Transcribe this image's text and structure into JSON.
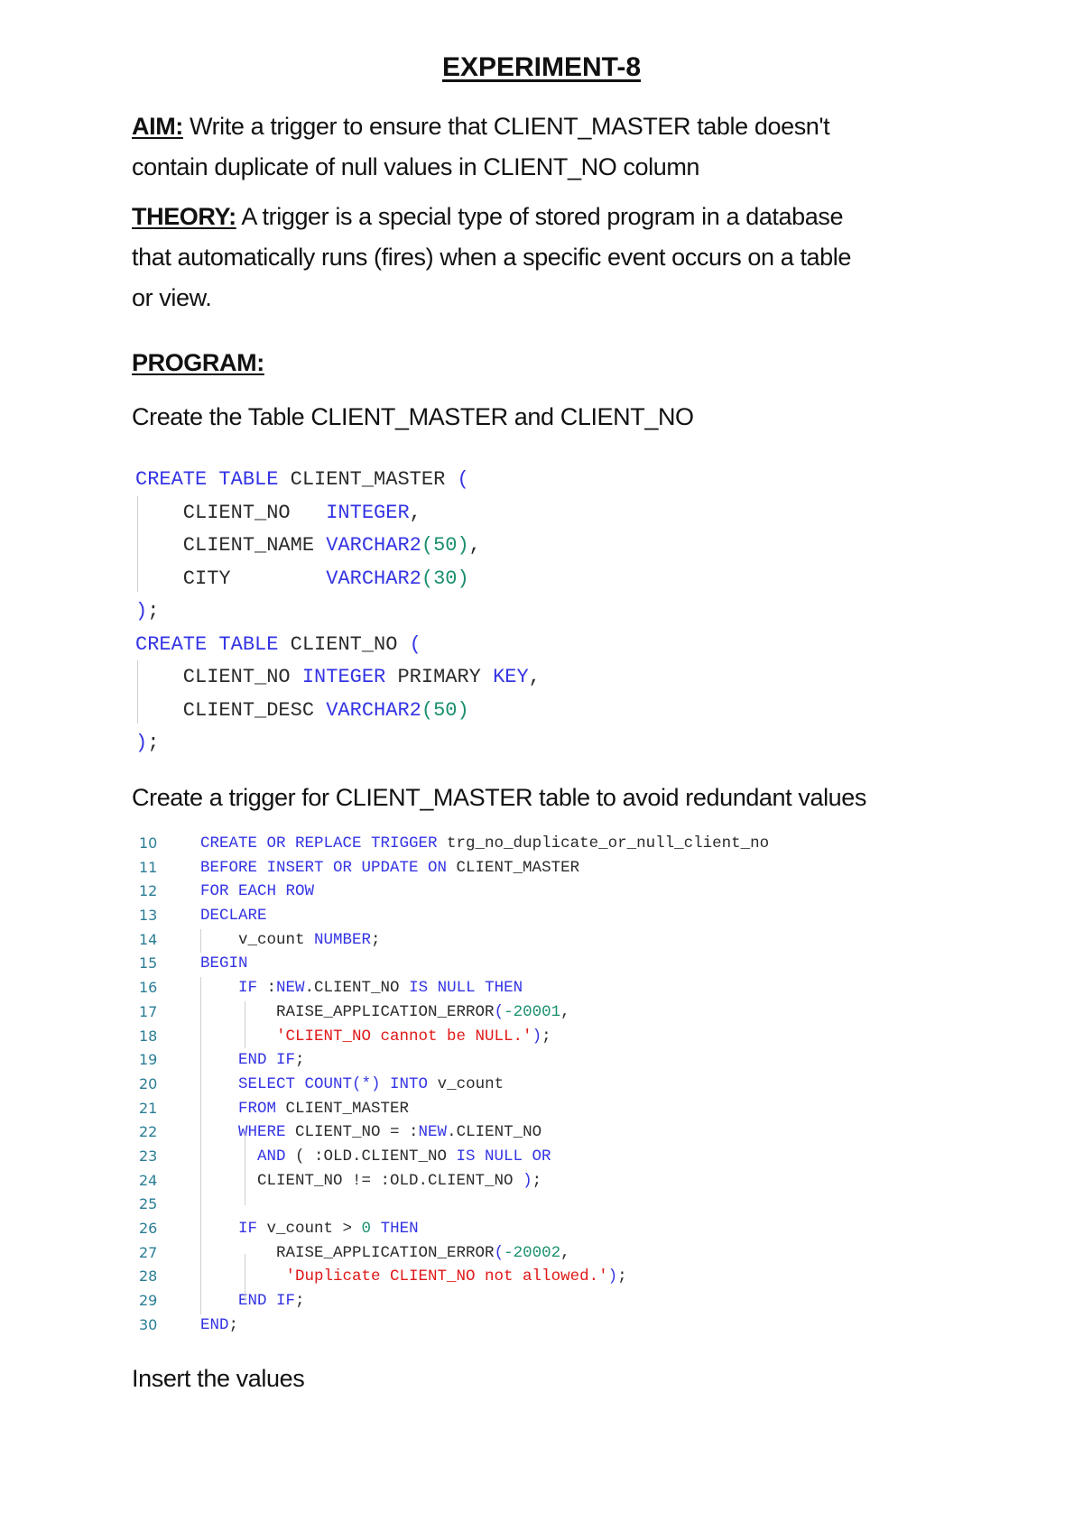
{
  "document": {
    "title": "EXPERIMENT-8",
    "aim": {
      "label": "AIM:",
      "text_line1": " Write a trigger to ensure that CLIENT_MASTER table doesn't",
      "text_line2": "contain duplicate of null values in CLIENT_NO column"
    },
    "theory": {
      "label": "THEORY:",
      "text_line1": " A trigger is a special type of stored program in a database",
      "text_line2": "that automatically runs (fires) when a specific event occurs on a table",
      "text_line3": "or view."
    },
    "program_label": "PROGRAM:",
    "step1": "Create the Table CLIENT_MASTER and CLIENT_NO",
    "step2": "Create a trigger for CLIENT_MASTER table to avoid redundant values",
    "step3": "Insert the values",
    "table_code": [
      [
        {
          "t": "CREATE TABLE",
          "c": "kw"
        },
        {
          "t": " CLIENT_MASTER ",
          "c": "id"
        },
        {
          "t": "(",
          "c": "pn"
        }
      ],
      [
        {
          "t": "    CLIENT_NO   ",
          "c": "id"
        },
        {
          "t": "INTEGER",
          "c": "kw"
        },
        {
          "t": ",",
          "c": "id"
        }
      ],
      [
        {
          "t": "    CLIENT_NAME ",
          "c": "id"
        },
        {
          "t": "VARCHAR2",
          "c": "kw"
        },
        {
          "t": "(",
          "c": "num"
        },
        {
          "t": "50",
          "c": "num"
        },
        {
          "t": ")",
          "c": "num"
        },
        {
          "t": ",",
          "c": "id"
        }
      ],
      [
        {
          "t": "    CITY        ",
          "c": "id"
        },
        {
          "t": "VARCHAR2",
          "c": "kw"
        },
        {
          "t": "(",
          "c": "num"
        },
        {
          "t": "30",
          "c": "num"
        },
        {
          "t": ")",
          "c": "num"
        }
      ],
      [
        {
          "t": ")",
          "c": "pn"
        },
        {
          "t": ";",
          "c": "id"
        }
      ],
      [
        {
          "t": "CREATE TABLE",
          "c": "kw"
        },
        {
          "t": " CLIENT_NO ",
          "c": "id"
        },
        {
          "t": "(",
          "c": "pn"
        }
      ],
      [
        {
          "t": "    CLIENT_NO ",
          "c": "id"
        },
        {
          "t": "INTEGER",
          "c": "kw"
        },
        {
          "t": " PRIMARY ",
          "c": "id"
        },
        {
          "t": "KEY",
          "c": "kw"
        },
        {
          "t": ",",
          "c": "id"
        }
      ],
      [
        {
          "t": "    CLIENT_DESC ",
          "c": "id"
        },
        {
          "t": "VARCHAR2",
          "c": "kw"
        },
        {
          "t": "(",
          "c": "num"
        },
        {
          "t": "50",
          "c": "num"
        },
        {
          "t": ")",
          "c": "num"
        }
      ],
      [
        {
          "t": ")",
          "c": "pn"
        },
        {
          "t": ";",
          "c": "id"
        }
      ]
    ],
    "trigger_code": [
      {
        "n": "10",
        "parts": [
          {
            "t": "CREATE OR REPLACE TRIGGER",
            "c": "kw"
          },
          {
            "t": " trg_no_duplicate_or_null_client_no",
            "c": "id"
          }
        ]
      },
      {
        "n": "11",
        "parts": [
          {
            "t": "BEFORE INSERT OR UPDATE ON",
            "c": "kw"
          },
          {
            "t": " CLIENT_MASTER",
            "c": "id"
          }
        ]
      },
      {
        "n": "12",
        "parts": [
          {
            "t": "FOR EACH ROW",
            "c": "kw"
          }
        ]
      },
      {
        "n": "13",
        "parts": [
          {
            "t": "DECLARE",
            "c": "kw"
          }
        ]
      },
      {
        "n": "14",
        "parts": [
          {
            "t": "    v_count ",
            "c": "id"
          },
          {
            "t": "NUMBER",
            "c": "kw"
          },
          {
            "t": ";",
            "c": "id"
          }
        ]
      },
      {
        "n": "15",
        "parts": [
          {
            "t": "BEGIN",
            "c": "kw"
          }
        ]
      },
      {
        "n": "16",
        "parts": [
          {
            "t": "    IF",
            "c": "kw"
          },
          {
            "t": " :",
            "c": "id"
          },
          {
            "t": "NEW",
            "c": "kw"
          },
          {
            "t": ".CLIENT_NO ",
            "c": "id"
          },
          {
            "t": "IS NULL THEN",
            "c": "kw"
          }
        ]
      },
      {
        "n": "17",
        "parts": [
          {
            "t": "        RAISE_APPLICATION_ERROR",
            "c": "id"
          },
          {
            "t": "(",
            "c": "pn"
          },
          {
            "t": "-20001",
            "c": "num"
          },
          {
            "t": ",",
            "c": "id"
          }
        ]
      },
      {
        "n": "18",
        "parts": [
          {
            "t": "        ",
            "c": "id"
          },
          {
            "t": "'CLIENT_NO cannot be NULL.'",
            "c": "str"
          },
          {
            "t": ")",
            "c": "pn"
          },
          {
            "t": ";",
            "c": "id"
          }
        ]
      },
      {
        "n": "19",
        "parts": [
          {
            "t": "    END IF",
            "c": "kw"
          },
          {
            "t": ";",
            "c": "id"
          }
        ]
      },
      {
        "n": "20",
        "parts": [
          {
            "t": "    SELECT COUNT",
            "c": "kw"
          },
          {
            "t": "(*)",
            "c": "pn"
          },
          {
            "t": " INTO",
            "c": "kw"
          },
          {
            "t": " v_count",
            "c": "id"
          }
        ]
      },
      {
        "n": "21",
        "parts": [
          {
            "t": "    FROM",
            "c": "kw"
          },
          {
            "t": " CLIENT_MASTER",
            "c": "id"
          }
        ]
      },
      {
        "n": "22",
        "parts": [
          {
            "t": "    WHERE",
            "c": "kw"
          },
          {
            "t": " CLIENT_NO = :",
            "c": "id"
          },
          {
            "t": "NEW",
            "c": "kw"
          },
          {
            "t": ".CLIENT_NO",
            "c": "id"
          }
        ]
      },
      {
        "n": "23",
        "parts": [
          {
            "t": "      AND",
            "c": "kw"
          },
          {
            "t": " ( :OLD.CLIENT_NO ",
            "c": "id"
          },
          {
            "t": "IS NULL OR",
            "c": "kw"
          }
        ]
      },
      {
        "n": "24",
        "parts": [
          {
            "t": "      CLIENT_NO != :OLD.CLIENT_NO ",
            "c": "id"
          },
          {
            "t": ")",
            "c": "pn"
          },
          {
            "t": ";",
            "c": "id"
          }
        ]
      },
      {
        "n": "25",
        "parts": []
      },
      {
        "n": "26",
        "parts": [
          {
            "t": "    IF",
            "c": "kw"
          },
          {
            "t": " v_count > ",
            "c": "id"
          },
          {
            "t": "0",
            "c": "num"
          },
          {
            "t": " THEN",
            "c": "kw"
          }
        ]
      },
      {
        "n": "27",
        "parts": [
          {
            "t": "        RAISE_APPLICATION_ERROR",
            "c": "id"
          },
          {
            "t": "(",
            "c": "pn"
          },
          {
            "t": "-20002",
            "c": "num"
          },
          {
            "t": ",",
            "c": "id"
          }
        ]
      },
      {
        "n": "28",
        "parts": [
          {
            "t": "         ",
            "c": "id"
          },
          {
            "t": "'Duplicate CLIENT_NO not allowed.'",
            "c": "str"
          },
          {
            "t": ")",
            "c": "pn"
          },
          {
            "t": ";",
            "c": "id"
          }
        ]
      },
      {
        "n": "29",
        "parts": [
          {
            "t": "    END IF",
            "c": "kw"
          },
          {
            "t": ";",
            "c": "id"
          }
        ]
      },
      {
        "n": "30",
        "parts": [
          {
            "t": "END",
            "c": "kw"
          },
          {
            "t": ";",
            "c": "id"
          }
        ]
      }
    ]
  },
  "colors": {
    "keyword": "#3434e4",
    "number": "#1a8f6f",
    "string": "#e01818",
    "identifier": "#2b2b2b",
    "line_number": "#2a7d95"
  }
}
